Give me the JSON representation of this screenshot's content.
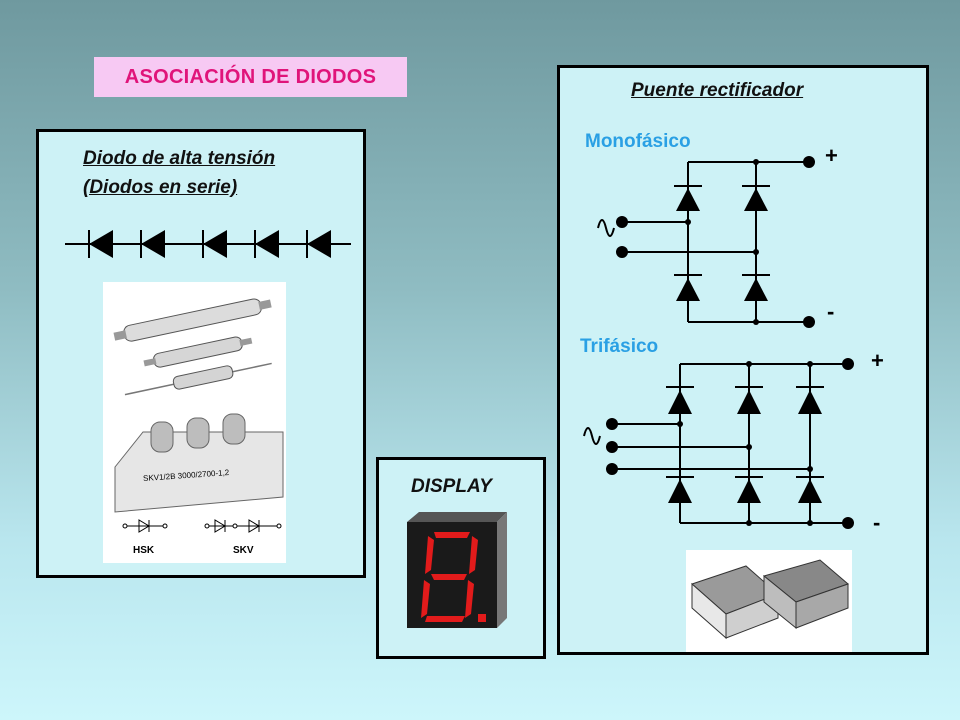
{
  "title": "ASOCIACIÓN DE DIODOS",
  "left_panel": {
    "heading_line1": "Diodo de alta tensión ",
    "heading_line2": "(Diodos en serie)",
    "photo_labels": {
      "hsk": "HSK",
      "skv": "SKV"
    },
    "photo_module_text": "SKV1/2B 3000/2700-1,2"
  },
  "display_panel": {
    "heading": "DISPLAY"
  },
  "right_panel": {
    "heading": "Puente rectificador",
    "mono": {
      "label": "Monofásico",
      "plus": "+",
      "minus": "-"
    },
    "tri": {
      "label": "Trifásico",
      "plus": "+",
      "minus": "-"
    }
  },
  "colors": {
    "title_bg": "#f7c9f3",
    "title_text": "#e0147a",
    "panel_bg": "#cdf2f6",
    "subtitle_blue": "#2aa0e4",
    "segment_red": "#e21b1b"
  }
}
